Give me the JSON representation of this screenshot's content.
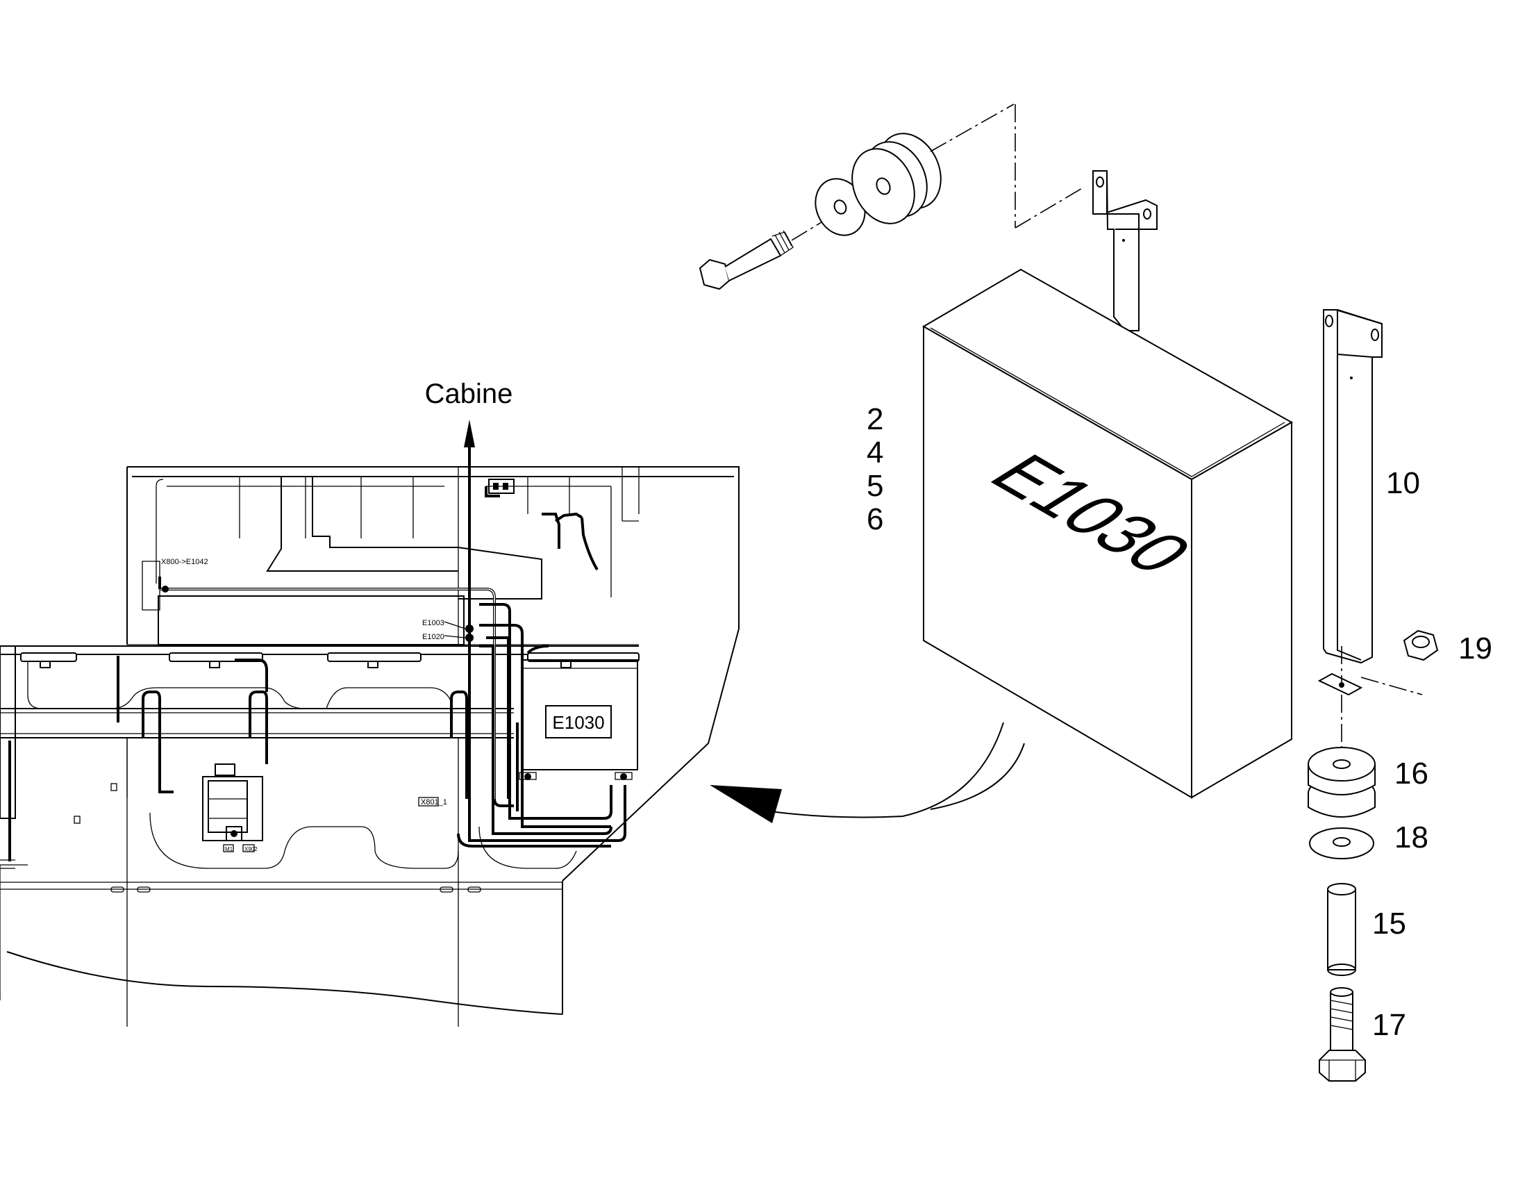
{
  "diagram": {
    "cabine_label": "Cabine",
    "box_big_label": "E1030",
    "box_small_label": "E1030",
    "harness_labels": {
      "x800": "X800->E1042",
      "e1003": "E1003",
      "e1020": "E1020",
      "x801": "X801_1",
      "c1": "M1",
      "c2": "X902"
    },
    "part_numbers": {
      "p2": "2",
      "p4": "4",
      "p5": "5",
      "p6": "6",
      "p10": "10",
      "p19": "19",
      "p16": "16",
      "p18": "18",
      "p15": "15",
      "p17": "17"
    }
  }
}
